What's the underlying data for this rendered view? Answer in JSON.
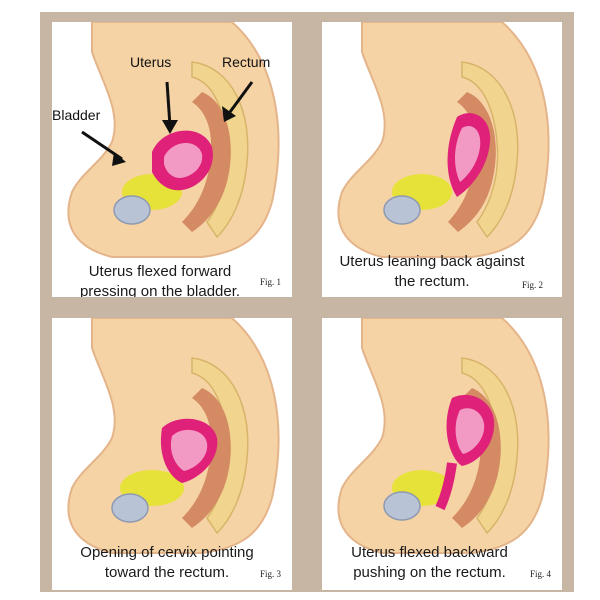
{
  "panels": [
    {
      "caption_line1": "Uterus flexed forward",
      "caption_line2": "pressing on the bladder.",
      "fig": "Fig. 1",
      "labels": {
        "uterus": "Uterus",
        "rectum": "Rectum",
        "bladder": "Bladder"
      }
    },
    {
      "caption_line1": "Uterus leaning back against",
      "caption_line2": "the rectum.",
      "fig": "Fig. 2"
    },
    {
      "caption_line1": "Opening of cervix pointing",
      "caption_line2": "toward the rectum.",
      "fig": "Fig. 3"
    },
    {
      "caption_line1": "Uterus flexed backward",
      "caption_line2": "pushing on the rectum.",
      "fig": "Fig. 4"
    }
  ],
  "colors": {
    "skin": "#f6d3a5",
    "skin_dark": "#e9b585",
    "uterus": "#e0217a",
    "uterus_light": "#f29ac4",
    "rectum": "#d48a63",
    "bladder": "#e6e23a",
    "spine": "#f1d58e",
    "bone_blue": "#b9c3d6",
    "panel_border": "#c7b6a3"
  }
}
